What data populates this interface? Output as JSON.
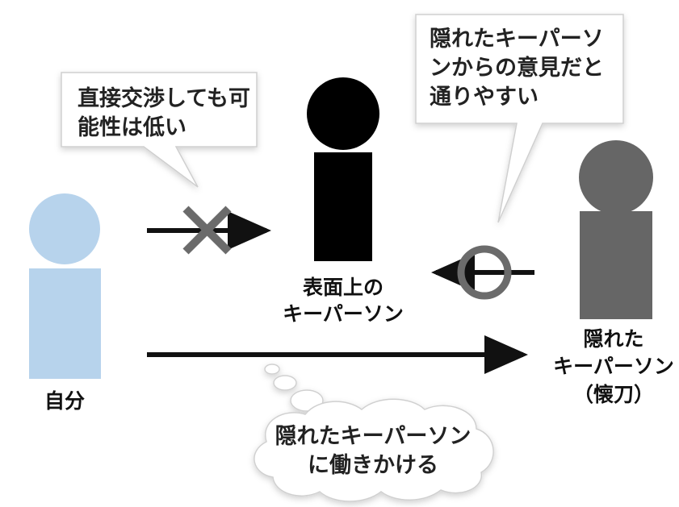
{
  "colors": {
    "self": "#b7d3ec",
    "surface_person": "#000000",
    "hidden_person": "#666666",
    "arrow": "#111111",
    "mark": "#6b6b6b",
    "bubble_fill": "#ffffff",
    "bubble_stroke": "#c8c8c8"
  },
  "icons": {
    "cross_mark": "x-mark-icon",
    "circle_mark": "circle-mark-icon"
  },
  "persons": {
    "self": {
      "label": "自分"
    },
    "surface": {
      "label_lines": [
        "表面上の",
        "キーパーソン"
      ]
    },
    "hidden": {
      "label_lines": [
        "隠れた",
        "キーパーソン",
        "（懐刀）"
      ]
    }
  },
  "bubbles": {
    "direct": {
      "lines": [
        "直接交渉しても可",
        "能性は低い"
      ]
    },
    "hidden_opinion": {
      "lines": [
        "隠れたキーパーソ",
        "ンからの意見だと",
        "通りやすい"
      ]
    },
    "thought": {
      "lines": [
        "隠れたキーパーソン",
        "に働きかける"
      ]
    }
  }
}
